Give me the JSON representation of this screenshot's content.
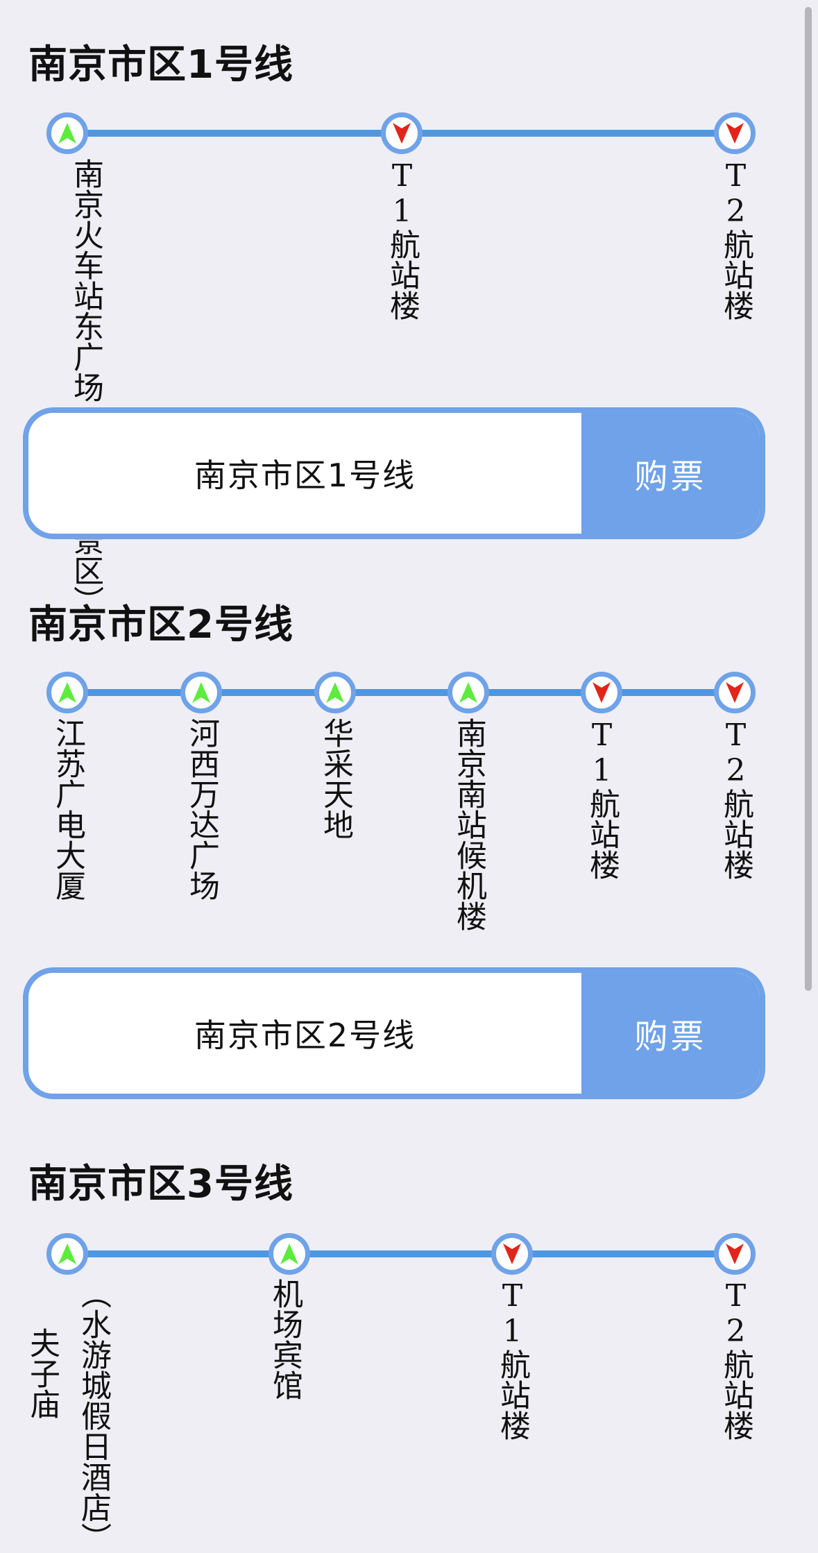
{
  "lines": [
    {
      "title": "南京市区1号线",
      "stops": [
        {
          "name": "南京火车站东广场",
          "note": "（玄武湖景区）",
          "dir": "up"
        },
        {
          "name": "T1航站楼",
          "dir": "down"
        },
        {
          "name": "T2航站楼",
          "dir": "down"
        }
      ],
      "card_name": "南京市区1号线",
      "button_label": "购票"
    },
    {
      "title": "南京市区2号线",
      "stops": [
        {
          "name": "江苏广电大厦",
          "dir": "up"
        },
        {
          "name": "河西万达广场",
          "dir": "up"
        },
        {
          "name": "华采天地",
          "dir": "up"
        },
        {
          "name": "南京南站候机楼",
          "dir": "up"
        },
        {
          "name": "T1航站楼",
          "dir": "down"
        },
        {
          "name": "T2航站楼",
          "dir": "down"
        }
      ],
      "card_name": "南京市区2号线",
      "button_label": "购票"
    },
    {
      "title": "南京市区3号线",
      "stops": [
        {
          "name": "夫子庙",
          "note": "（水游城假日酒店）",
          "dir": "up"
        },
        {
          "name": "机场宾馆",
          "dir": "up"
        },
        {
          "name": "T1航站楼",
          "dir": "down"
        },
        {
          "name": "T2航站楼",
          "dir": "down"
        }
      ]
    }
  ],
  "colors": {
    "background": "#EEEEF4",
    "track": "#4D97E0",
    "stop_ring": "#6FA2E8",
    "up_arrow": "#5DEB3C",
    "down_arrow": "#E1251B",
    "button": "#6FA2E8"
  },
  "icons": {
    "up": "green-up-arrow-icon",
    "down": "red-down-arrow-icon"
  }
}
